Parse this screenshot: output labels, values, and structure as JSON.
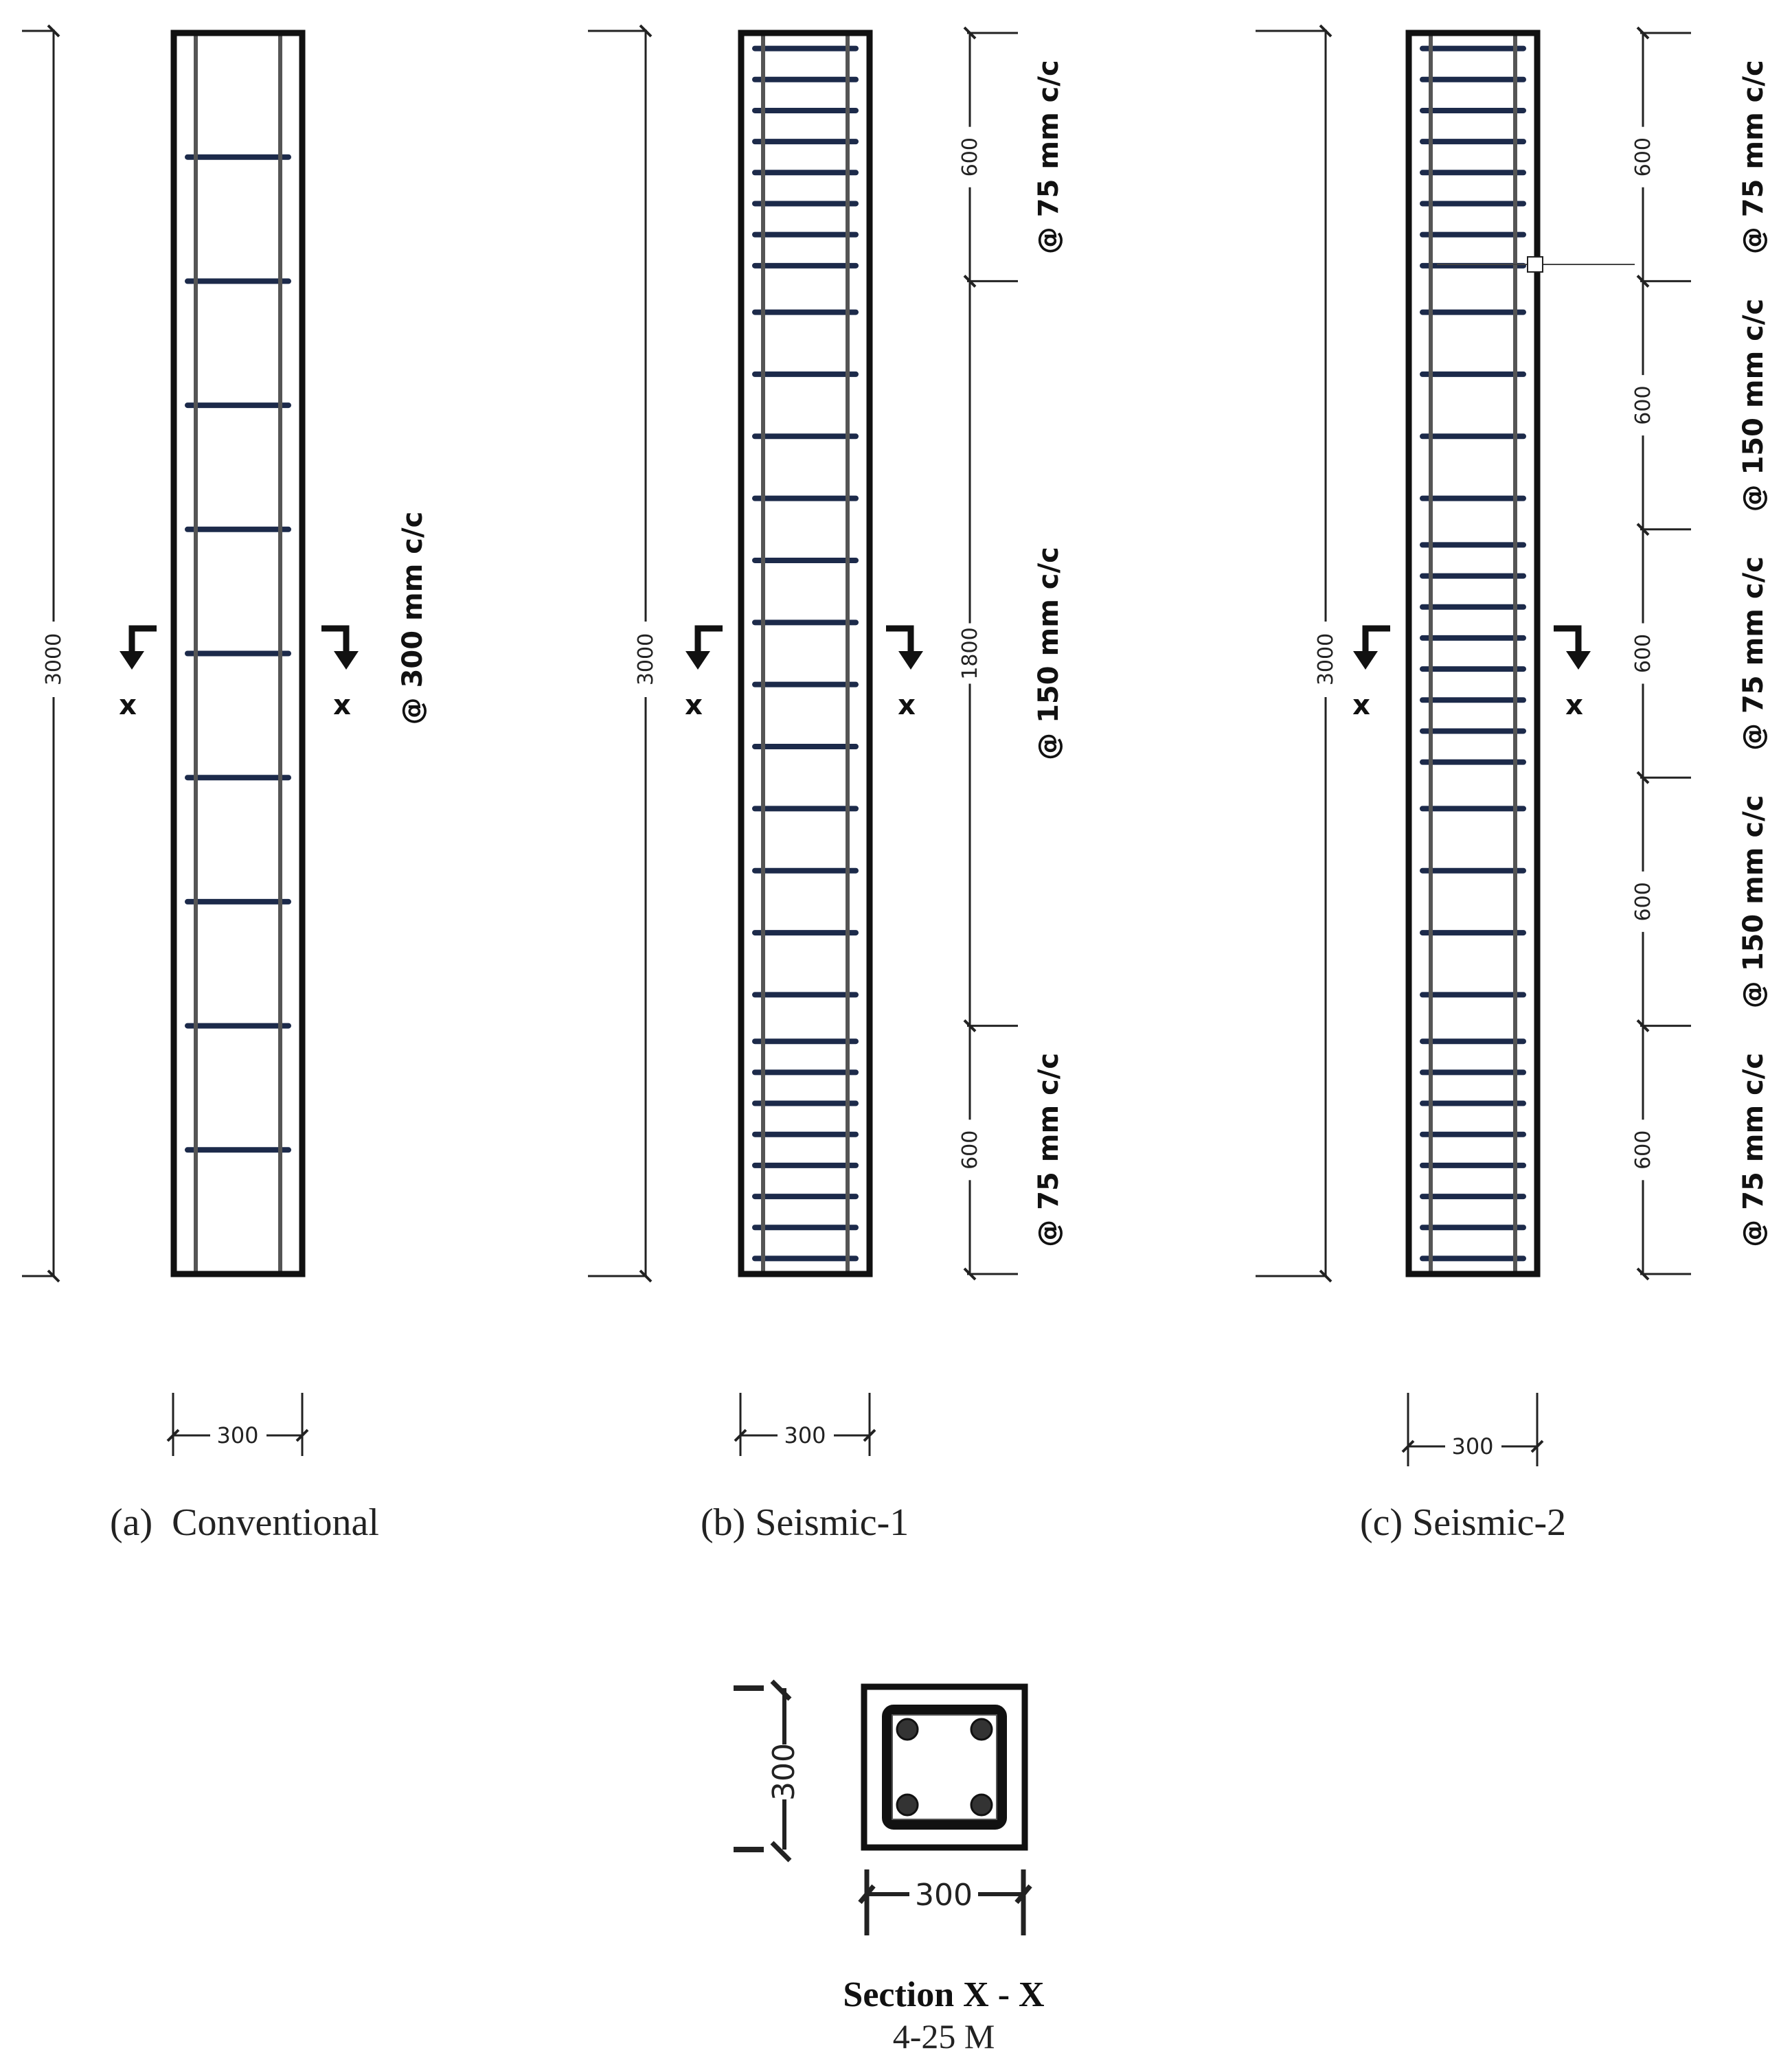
{
  "columns": [
    {
      "id": "a",
      "caption": "(a)  Conventional",
      "height_label": "3000",
      "width_label": "300",
      "section_mark": "x",
      "ties": {
        "spacing_mm": 300,
        "regions": [
          {
            "from": 0,
            "to": 3000,
            "spacing": 300
          }
        ]
      },
      "zones": [
        {
          "length_label": "",
          "spacing_label": "@ 300 mm c/c"
        }
      ]
    },
    {
      "id": "b",
      "caption": "(b) Seismic-1",
      "height_label": "3000",
      "width_label": "300",
      "section_mark": "x",
      "ties": {
        "regions": [
          {
            "from": 0,
            "to": 600,
            "spacing": 75
          },
          {
            "from": 600,
            "to": 2400,
            "spacing": 150
          },
          {
            "from": 2400,
            "to": 3000,
            "spacing": 75
          }
        ]
      },
      "zones": [
        {
          "length_label": "600",
          "spacing_label": "@ 75 mm c/c"
        },
        {
          "length_label": "1800",
          "spacing_label": "@ 150 mm c/c"
        },
        {
          "length_label": "600",
          "spacing_label": "@ 75 mm c/c"
        }
      ]
    },
    {
      "id": "c",
      "caption": "(c) Seismic-2",
      "height_label": "3000",
      "width_label": "300",
      "section_mark": "x",
      "ties": {
        "regions": [
          {
            "from": 0,
            "to": 600,
            "spacing": 75
          },
          {
            "from": 600,
            "to": 1200,
            "spacing": 150
          },
          {
            "from": 1200,
            "to": 1800,
            "spacing": 75
          },
          {
            "from": 1800,
            "to": 2400,
            "spacing": 150
          },
          {
            "from": 2400,
            "to": 3000,
            "spacing": 75
          }
        ]
      },
      "zones": [
        {
          "length_label": "600",
          "spacing_label": "@ 75 mm c/c"
        },
        {
          "length_label": "600",
          "spacing_label": "@ 150 mm c/c"
        },
        {
          "length_label": "600",
          "spacing_label": "@ 75 mm c/c"
        },
        {
          "length_label": "600",
          "spacing_label": "@ 150 mm c/c"
        },
        {
          "length_label": "600",
          "spacing_label": "@ 75 mm c/c"
        }
      ]
    }
  ],
  "section": {
    "title": "Section X - X",
    "subtitle": "4-25 M",
    "width_label": "300",
    "height_label": "300"
  },
  "colors": {
    "outline": "#111111",
    "rebar": "#555555",
    "tie": "#1c2a4a",
    "dim": "#222222"
  }
}
